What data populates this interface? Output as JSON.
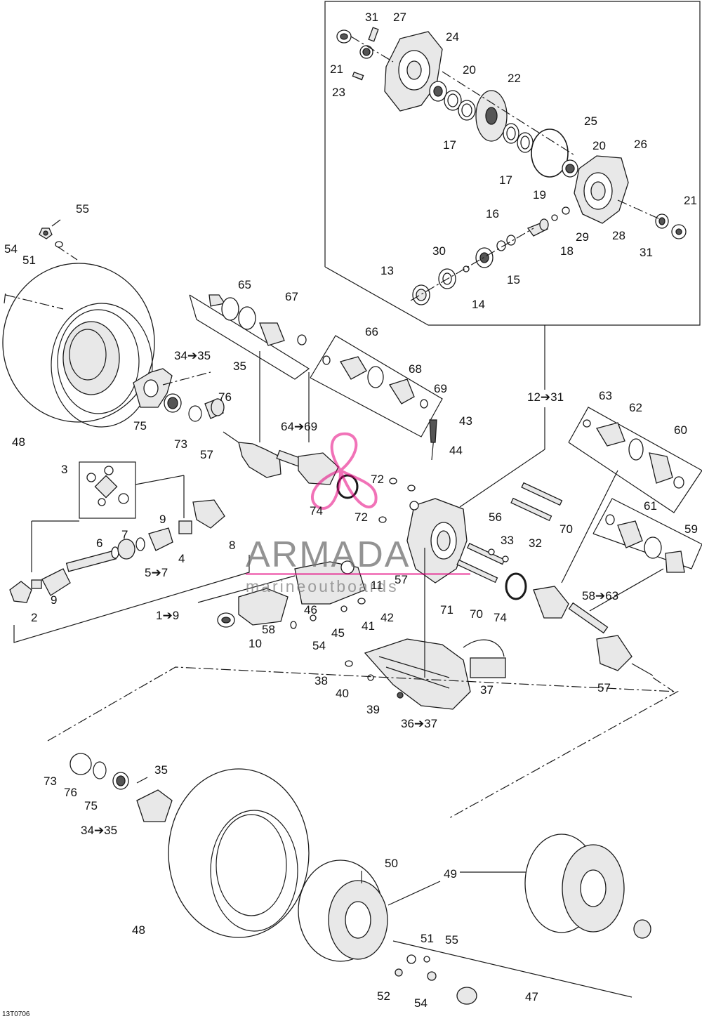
{
  "figure_code": "13T0706",
  "watermark": {
    "name": "ARMADA",
    "subtitle": "marineoutboards",
    "accent": "#e6007e"
  },
  "colors": {
    "line": "#1a1a1a",
    "part_fill": "#e8e8e8",
    "dark_fill": "#555555"
  },
  "callouts": [
    {
      "text": "31"
    },
    {
      "text": "27"
    },
    {
      "text": "24"
    },
    {
      "text": "21"
    },
    {
      "text": "23"
    },
    {
      "text": "20"
    },
    {
      "text": "22"
    },
    {
      "text": "25"
    },
    {
      "text": "17"
    },
    {
      "text": "17"
    },
    {
      "text": "20"
    },
    {
      "text": "26"
    },
    {
      "text": "19"
    },
    {
      "text": "16"
    },
    {
      "text": "21"
    },
    {
      "text": "29"
    },
    {
      "text": "28"
    },
    {
      "text": "31"
    },
    {
      "text": "18"
    },
    {
      "text": "30"
    },
    {
      "text": "13"
    },
    {
      "text": "15"
    },
    {
      "text": "14"
    },
    {
      "text": "55"
    },
    {
      "text": "54"
    },
    {
      "text": "51"
    },
    {
      "text": "65"
    },
    {
      "text": "67"
    },
    {
      "text": "66"
    },
    {
      "text": "34➔35"
    },
    {
      "text": "35"
    },
    {
      "text": "68"
    },
    {
      "text": "69"
    },
    {
      "text": "76"
    },
    {
      "text": "75"
    },
    {
      "text": "12➔31"
    },
    {
      "text": "63"
    },
    {
      "text": "62"
    },
    {
      "text": "64➔69"
    },
    {
      "text": "43"
    },
    {
      "text": "60"
    },
    {
      "text": "73"
    },
    {
      "text": "48"
    },
    {
      "text": "57"
    },
    {
      "text": "44"
    },
    {
      "text": "3"
    },
    {
      "text": "72"
    },
    {
      "text": "74"
    },
    {
      "text": "72"
    },
    {
      "text": "56"
    },
    {
      "text": "70"
    },
    {
      "text": "61"
    },
    {
      "text": "59"
    },
    {
      "text": "9"
    },
    {
      "text": "7"
    },
    {
      "text": "8"
    },
    {
      "text": "6"
    },
    {
      "text": "4"
    },
    {
      "text": "33"
    },
    {
      "text": "32"
    },
    {
      "text": "5➔7"
    },
    {
      "text": "11"
    },
    {
      "text": "57"
    },
    {
      "text": "58➔63"
    },
    {
      "text": "9"
    },
    {
      "text": "71"
    },
    {
      "text": "70"
    },
    {
      "text": "74"
    },
    {
      "text": "46"
    },
    {
      "text": "42"
    },
    {
      "text": "1➔9"
    },
    {
      "text": "2"
    },
    {
      "text": "58"
    },
    {
      "text": "41"
    },
    {
      "text": "45"
    },
    {
      "text": "10"
    },
    {
      "text": "54"
    },
    {
      "text": "38"
    },
    {
      "text": "37"
    },
    {
      "text": "57"
    },
    {
      "text": "40"
    },
    {
      "text": "39"
    },
    {
      "text": "36➔37"
    },
    {
      "text": "35"
    },
    {
      "text": "73"
    },
    {
      "text": "76"
    },
    {
      "text": "75"
    },
    {
      "text": "34➔35"
    },
    {
      "text": "50"
    },
    {
      "text": "49"
    },
    {
      "text": "48"
    },
    {
      "text": "51"
    },
    {
      "text": "55"
    },
    {
      "text": "52"
    },
    {
      "text": "54"
    },
    {
      "text": "47"
    }
  ]
}
